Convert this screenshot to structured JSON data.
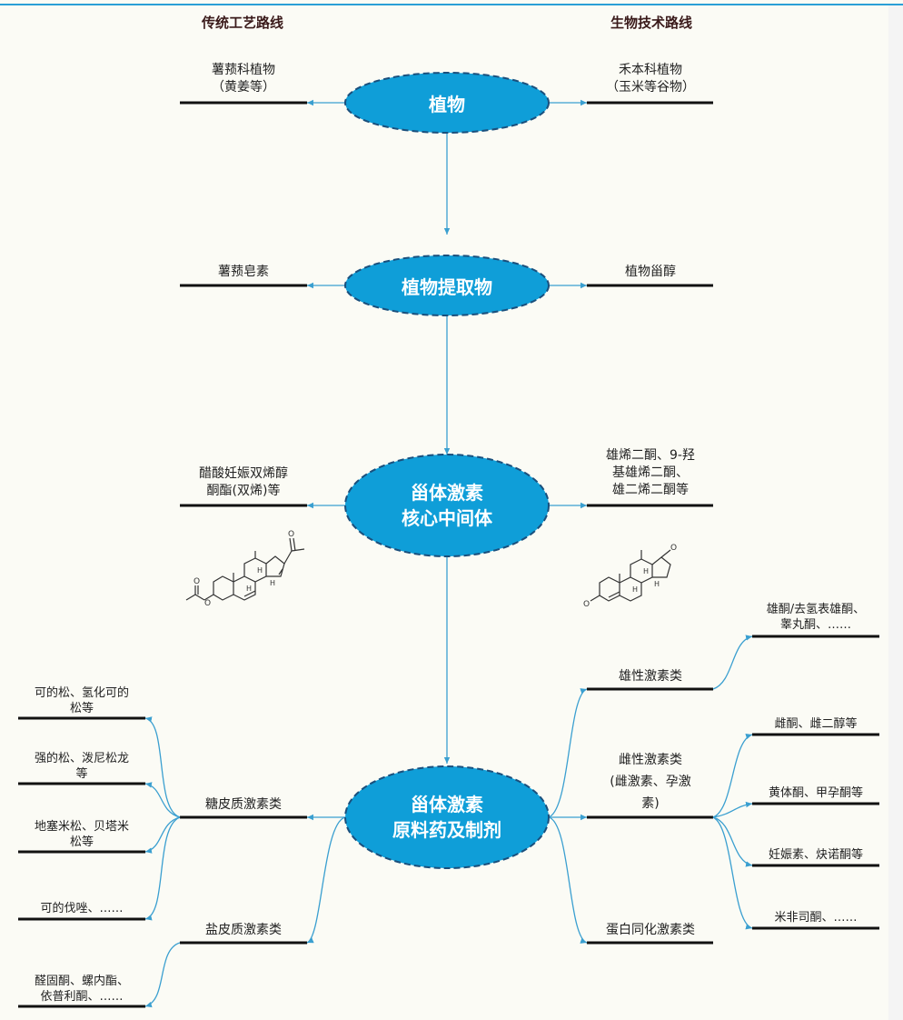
{
  "headers": {
    "traditional": "传统工艺路线",
    "biotech": "生物技术路线"
  },
  "nodes": {
    "plant": "植物",
    "extract": "植物提取物",
    "core": [
      "甾体激素",
      "核心中间体"
    ],
    "api": [
      "甾体激素",
      "原料药及制剂"
    ]
  },
  "left_branches": {
    "plant": [
      "薯蓣科植物",
      "（黄姜等）"
    ],
    "extract": "薯蓣皂素",
    "core": [
      "醋酸妊娠双烯醇",
      "酮酯(双烯)等"
    ]
  },
  "right_branches": {
    "plant": [
      "禾本科植物",
      "（玉米等谷物）"
    ],
    "extract": "植物甾醇",
    "core": [
      "雄烯二酮、9-羟",
      "基雄烯二酮、",
      "雄二烯二酮等"
    ]
  },
  "api_left": {
    "glucocorticoid": "糖皮质激素类",
    "mineralocorticoid": "盐皮质激素类",
    "gluco_items": [
      [
        "可的松、氢化可的",
        "松等"
      ],
      [
        "强的松、泼尼松龙",
        "等"
      ],
      [
        "地塞米松、贝塔米",
        "松等"
      ],
      [
        "可的伐唑、……"
      ]
    ],
    "mineral_items": [
      [
        "醛固酮、螺内酯、",
        "依普利酮、……"
      ]
    ]
  },
  "api_right": {
    "androgen": "雄性激素类",
    "estrogen": [
      "雌性激素类",
      "(雌激素、孕激",
      "素)"
    ],
    "anabolic": "蛋白同化激素类",
    "androgen_items": [
      [
        "雄酮/去氢表雄酮、",
        "睾丸酮、……"
      ]
    ],
    "estrogen_items": [
      "雌酮、雌二醇等",
      "黄体酮、甲孕酮等",
      "妊娠素、炔诺酮等",
      "米非司酮、……"
    ]
  },
  "colors": {
    "node_fill": "#0f9ed8",
    "node_border": "#1a4f7c",
    "arrow": "#3a9fd0",
    "underline": "#111111"
  }
}
